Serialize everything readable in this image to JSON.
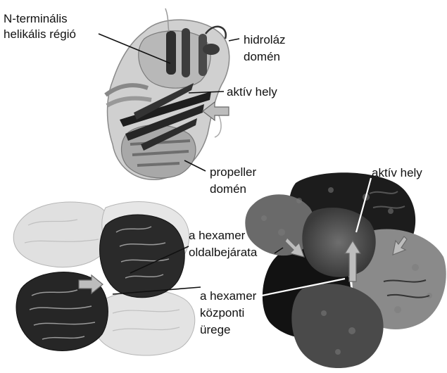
{
  "labels": {
    "n_terminal_line1": "N-terminális",
    "n_terminal_line2": "helikális régió",
    "hydrolase_line1": "hidroláz",
    "hydrolase_line2": "domén",
    "active_site_top": "aktív hely",
    "propeller_line1": "propeller",
    "propeller_line2": "domén",
    "active_site_right": "aktív hely",
    "side_entrance_line1": "a hexamer",
    "side_entrance_line2": "oldalbejárata",
    "central_cavity_line1": "a hexamer",
    "central_cavity_line2": "központi",
    "central_cavity_line3": "ürege"
  }
}
